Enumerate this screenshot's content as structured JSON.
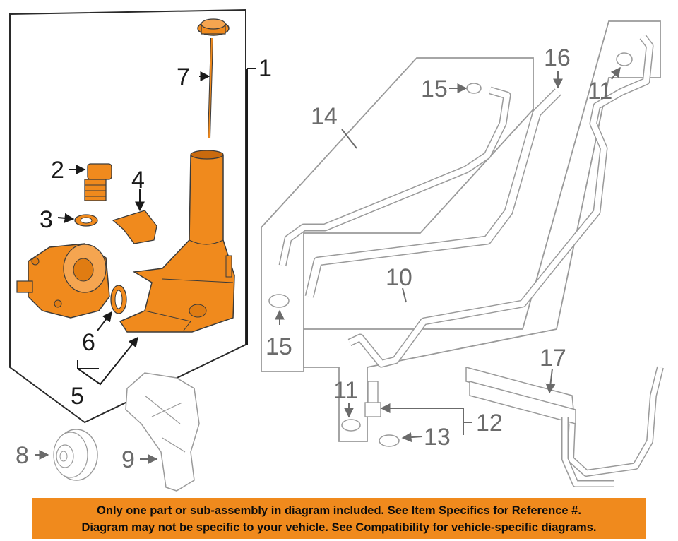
{
  "callouts": {
    "c1": "1",
    "c2": "2",
    "c3": "3",
    "c4": "4",
    "c5": "5",
    "c6": "6",
    "c7": "7",
    "c8": "8",
    "c9": "9",
    "c10": "10",
    "c11a": "11",
    "c11b": "11",
    "c12": "12",
    "c13": "13",
    "c14": "14",
    "c15a": "15",
    "c15b": "15",
    "c16": "16",
    "c17": "17"
  },
  "banner": {
    "line1": "Only one part or sub-assembly in diagram included. See Item Specifics for Reference #.",
    "line2": "Diagram may not be specific to your vehicle. See Compatibility for vehicle-specific diagrams."
  },
  "colors": {
    "highlight": "#f08a1d",
    "line": "#3a3a3a",
    "faded": "#9a9a9a"
  }
}
